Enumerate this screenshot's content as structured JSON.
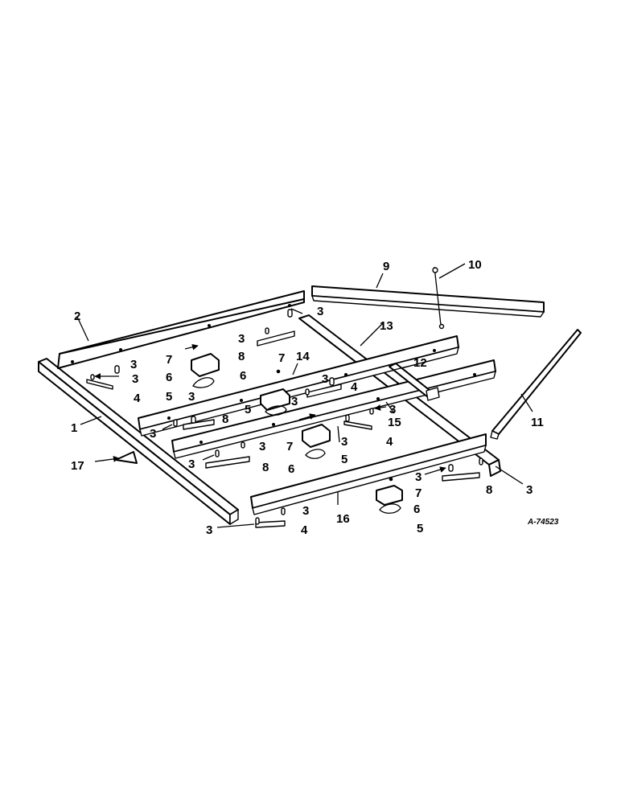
{
  "diagram": {
    "drawing_number": "A-74523",
    "callouts": [
      "1",
      "2",
      "3",
      "4",
      "5",
      "6",
      "7",
      "8",
      "9",
      "10",
      "11",
      "12",
      "13",
      "14",
      "15",
      "16",
      "17"
    ]
  }
}
